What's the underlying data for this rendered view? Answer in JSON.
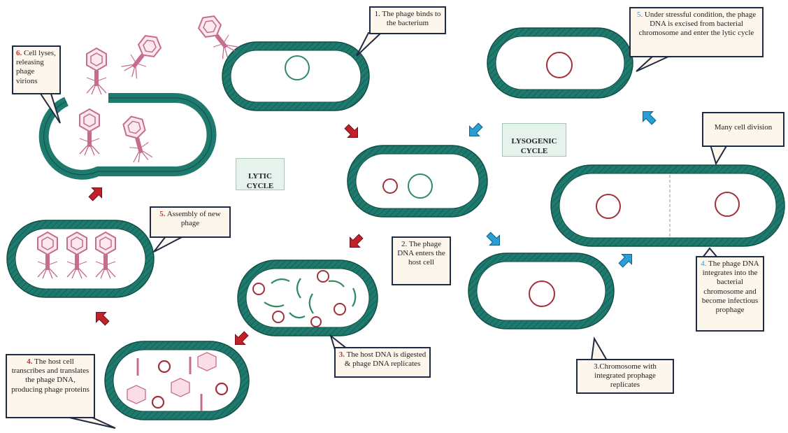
{
  "labels": {
    "lytic": "LYTIC\nCYCLE",
    "lysogenic": "LYSOGENIC\nCYCLE"
  },
  "steps": {
    "lytic_1": "1. The phage binds to the bacterium",
    "lytic_2": "2. The phage DNA enters the host cell",
    "lytic_3_num": "3.",
    "lytic_3_text": " The host DNA is digested & phage DNA replicates",
    "lytic_4_num": "4.",
    "lytic_4_text": " The host cell transcribes and translates the phage DNA, producing phage proteins",
    "lytic_5_num": "5.",
    "lytic_5_text": " Assembly of new phage",
    "lytic_6_num": "6.",
    "lytic_6_text": " Cell lyses, releasing phage virions",
    "lyso_3": "3.Chromosome with integrated prophage replicates",
    "lyso_4_num": "4.",
    "lyso_4_text": " The phage DNA integrates into the bacterial chromosome and become infectious prophage",
    "lyso_5_num": "5.",
    "lyso_5_text": " Under stressful condition, the phage DNA is excised from bacterial chromosome and enter the lytic cycle",
    "lyso_division": "Many cell division"
  },
  "colors": {
    "wall": "#1f7a6e",
    "wall_dark": "#0f4f47",
    "chromosome": "#2e8a64",
    "phage_dna": "#a0313a",
    "phage": "#c76b8f",
    "arrow_lytic": "#c4202a",
    "arrow_lyso": "#2a9fd6",
    "callout_bg": "#fdf6ec",
    "callout_border": "#1f2a44"
  }
}
